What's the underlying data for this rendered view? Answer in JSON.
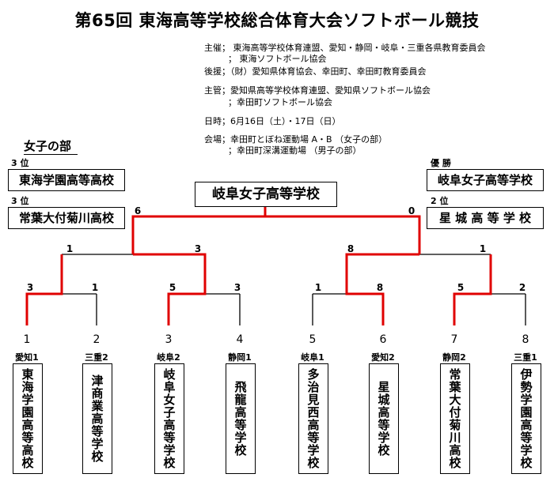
{
  "title": "第65回 東海高等学校総合体育大会ソフトボール競技",
  "info": [
    "主催；  東海高等学校体育連盟、愛知・静岡・岐阜・三重各県教育委員会",
    "；  東海ソフトボール協会",
    "後援；（財）愛知県体育協会、幸田町、幸田町教育委員会",
    "主管；愛知県高等学校体育連盟、愛知県ソフトボール協会",
    "；幸田町ソフトボール協会",
    "日時；6月16日（土）・17日（日）",
    "会場；幸田町とぼね運動場  A・B    （女子の部）",
    "；幸田町深溝運動場              （男子の部）"
  ],
  "division": "女子の部",
  "left_results": [
    {
      "rank": "3 位",
      "school": "東海学園高等高校"
    },
    {
      "rank": "3 位",
      "school": "常葉大付菊川高校"
    }
  ],
  "right_results": [
    {
      "rank": "優 勝",
      "school": "岐阜女子高等学校"
    },
    {
      "rank": "2 位",
      "school": "星 城 高 等 学 校"
    }
  ],
  "champion": "岐阜女子高等学校",
  "scores": {
    "final_left": "6",
    "final_right": "0",
    "semi1_left": "1",
    "semi1_right": "3",
    "semi2_left": "8",
    "semi2_right": "1",
    "r1": [
      "3",
      "1",
      "5",
      "3",
      "1",
      "8",
      "5",
      "2"
    ]
  },
  "teams": [
    {
      "seed": "1",
      "pref": "愛知1",
      "name": "東海学園高等高校"
    },
    {
      "seed": "2",
      "pref": "三重2",
      "name": "津商業高等学校"
    },
    {
      "seed": "3",
      "pref": "岐阜2",
      "name": "岐阜女子高等学校"
    },
    {
      "seed": "4",
      "pref": "静岡1",
      "name": "飛龍高等学校"
    },
    {
      "seed": "5",
      "pref": "岐阜1",
      "name": "多治見西高等学校"
    },
    {
      "seed": "6",
      "pref": "愛知2",
      "name": "星城高等学校"
    },
    {
      "seed": "7",
      "pref": "静岡2",
      "name": "常葉大付菊川高校"
    },
    {
      "seed": "8",
      "pref": "三重1",
      "name": "伊勢学園高等学校"
    }
  ],
  "colors": {
    "winner_line": "#e00000",
    "line": "#000000"
  }
}
